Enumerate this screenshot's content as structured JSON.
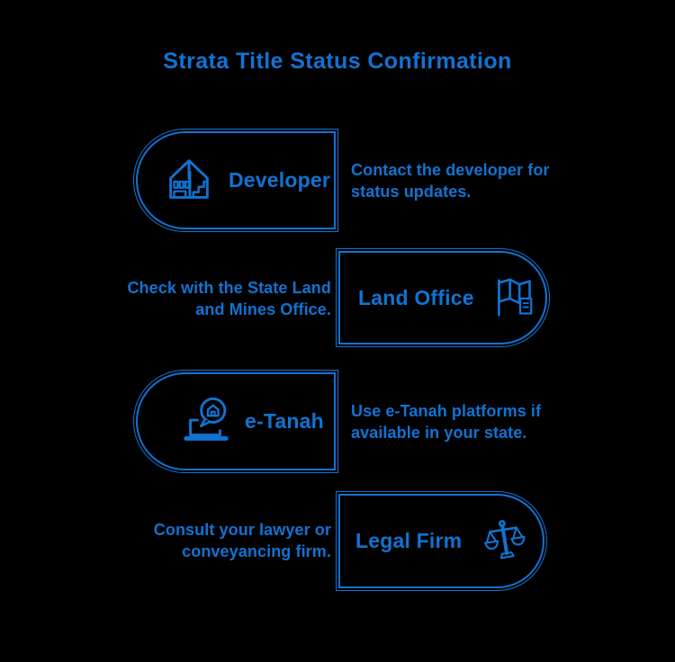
{
  "canvas": {
    "background_color": "#000000",
    "accent_color": "#1173d2"
  },
  "title": "Strata Title Status Confirmation",
  "items": [
    {
      "label": "Developer",
      "icon": "house-construction-icon",
      "description": "Contact the developer for status updates.",
      "card_side": "left",
      "rounded_end": "left"
    },
    {
      "label": "Land Office",
      "icon": "map-icon",
      "description": "Check with the State Land and Mines Office.",
      "card_side": "right",
      "rounded_end": "right"
    },
    {
      "label": "e-Tanah",
      "icon": "laptop-chat-icon",
      "description": "Use e-Tanah platforms if available in your state.",
      "card_side": "left",
      "rounded_end": "left"
    },
    {
      "label": "Legal Firm",
      "icon": "scales-of-justice-icon",
      "description": "Consult your lawyer or conveyancing firm.",
      "card_side": "right",
      "rounded_end": "right"
    }
  ]
}
